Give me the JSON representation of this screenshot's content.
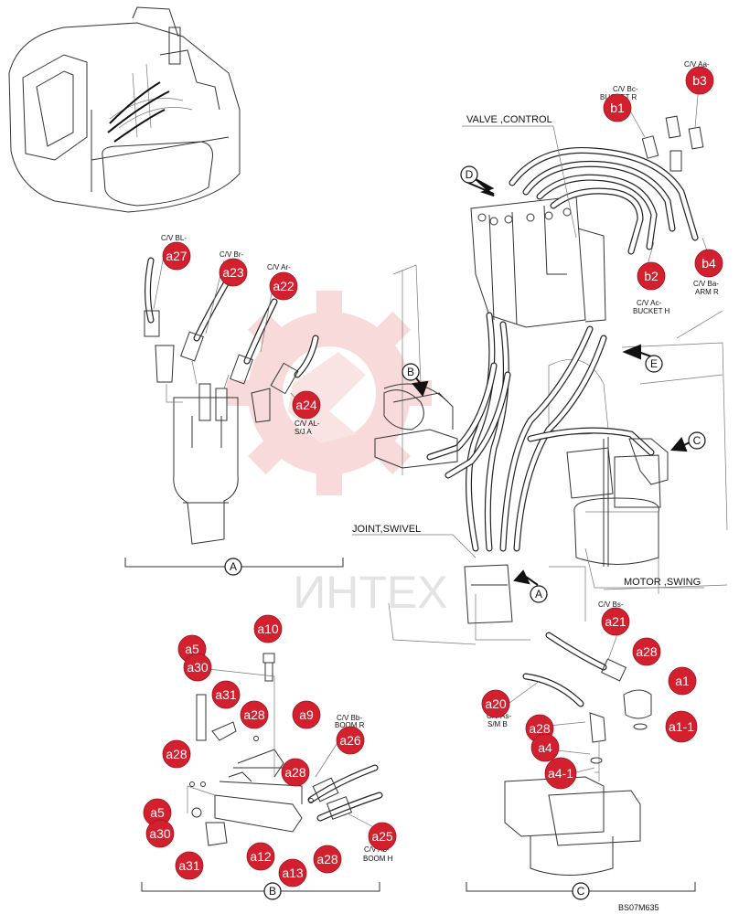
{
  "callouts": [
    {
      "id": "a27",
      "label": "a27"
    },
    {
      "id": "a23",
      "label": "a23"
    },
    {
      "id": "a22",
      "label": "a22"
    },
    {
      "id": "a24",
      "label": "a24"
    },
    {
      "id": "b1",
      "label": "b1"
    },
    {
      "id": "b3",
      "label": "b3"
    },
    {
      "id": "b2",
      "label": "b2"
    },
    {
      "id": "b4",
      "label": "b4"
    },
    {
      "id": "a10",
      "label": "a10"
    },
    {
      "id": "a5-top",
      "label": "a5"
    },
    {
      "id": "a30-top",
      "label": "a30"
    },
    {
      "id": "a31-top",
      "label": "a31"
    },
    {
      "id": "a28-b1",
      "label": "a28"
    },
    {
      "id": "a9",
      "label": "a9"
    },
    {
      "id": "a26",
      "label": "a26"
    },
    {
      "id": "a28-b2",
      "label": "a28"
    },
    {
      "id": "a28-b3",
      "label": "a28"
    },
    {
      "id": "a5-bot",
      "label": "a5"
    },
    {
      "id": "a30-bot",
      "label": "a30"
    },
    {
      "id": "a31-bot",
      "label": "a31"
    },
    {
      "id": "a12",
      "label": "a12"
    },
    {
      "id": "a13",
      "label": "a13"
    },
    {
      "id": "a28-b4",
      "label": "a28"
    },
    {
      "id": "a25",
      "label": "a25"
    },
    {
      "id": "a21",
      "label": "a21"
    },
    {
      "id": "a28-c1",
      "label": "a28"
    },
    {
      "id": "a1",
      "label": "a1"
    },
    {
      "id": "a20",
      "label": "a20"
    },
    {
      "id": "a28-c2",
      "label": "a28"
    },
    {
      "id": "a1-1",
      "label": "a1-1"
    },
    {
      "id": "a4",
      "label": "a4"
    },
    {
      "id": "a4-1",
      "label": "a4-1"
    }
  ],
  "view_markers": [
    {
      "id": "A",
      "label": "A"
    },
    {
      "id": "B",
      "label": "B"
    },
    {
      "id": "C",
      "label": "C"
    },
    {
      "id": "D",
      "label": "D"
    },
    {
      "id": "E",
      "label": "E"
    }
  ],
  "section_markers": [
    {
      "id": "A",
      "label": "A"
    },
    {
      "id": "B",
      "label": "B"
    },
    {
      "id": "C",
      "label": "C"
    }
  ],
  "component_labels": {
    "valve_control": "VALVE ,CONTROL",
    "joint_swivel": "JOINT,SWIVEL",
    "motor_swing": "MOTOR ,SWING"
  },
  "port_labels": {
    "cv_bl": "C/V BL-",
    "cv_br": "C/V Br-",
    "cv_ar": "C/V Ar-",
    "cv_al": "C/V AL-",
    "sja": "S/J A",
    "cv_bc": "C/V Bc-",
    "bucket_r": "BUCKET R",
    "cv_aa": "C/V Aa-",
    "cv_ac": "C/V Ac-",
    "bucket_h": "BUCKET H",
    "cv_ba": "C/V Ba-",
    "arm_r": "ARM R",
    "cv_bb": "C/V Bb-",
    "boom_r": "BOOM R",
    "cv_ab": "C/V Ab-",
    "boom_h": "BOOM H",
    "cv_bs": "C/V Bs-",
    "cv_as": "C/V As-",
    "smb": "S/M B"
  },
  "watermark": "ИНТЕХ",
  "drawing_code": "BS07M635"
}
